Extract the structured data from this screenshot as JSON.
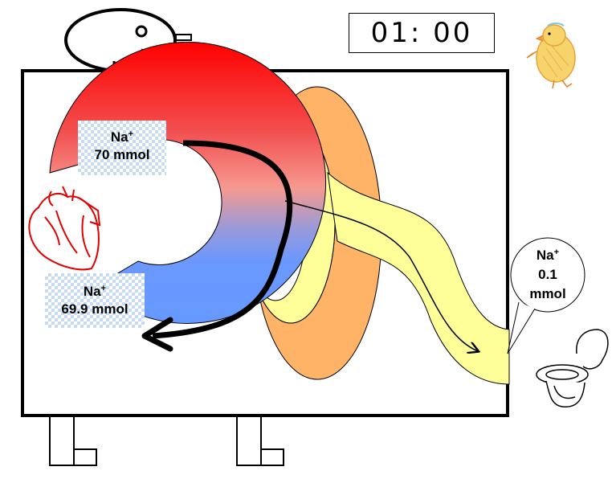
{
  "timer": {
    "display": "01: 00"
  },
  "blood_side": {
    "top_label": {
      "ion": "Na",
      "charge": "+",
      "amount": "70 mmol"
    },
    "bottom_label": {
      "ion": "Na",
      "charge": "+",
      "amount": "69.9 mmol"
    }
  },
  "urine_side": {
    "bubble": {
      "ion": "Na",
      "charge": "+",
      "amount_line1": "0.1",
      "amount_line2": "mmol"
    }
  },
  "colors": {
    "arterial_red": "#ff0000",
    "venous_blue": "#6699ff",
    "tubule_yellow": "#ffff99",
    "capsule_orange": "#ffb366",
    "outline": "#000000"
  },
  "icons": [
    "face-icon",
    "heart-icon",
    "chick-icon",
    "toilet-icon"
  ]
}
